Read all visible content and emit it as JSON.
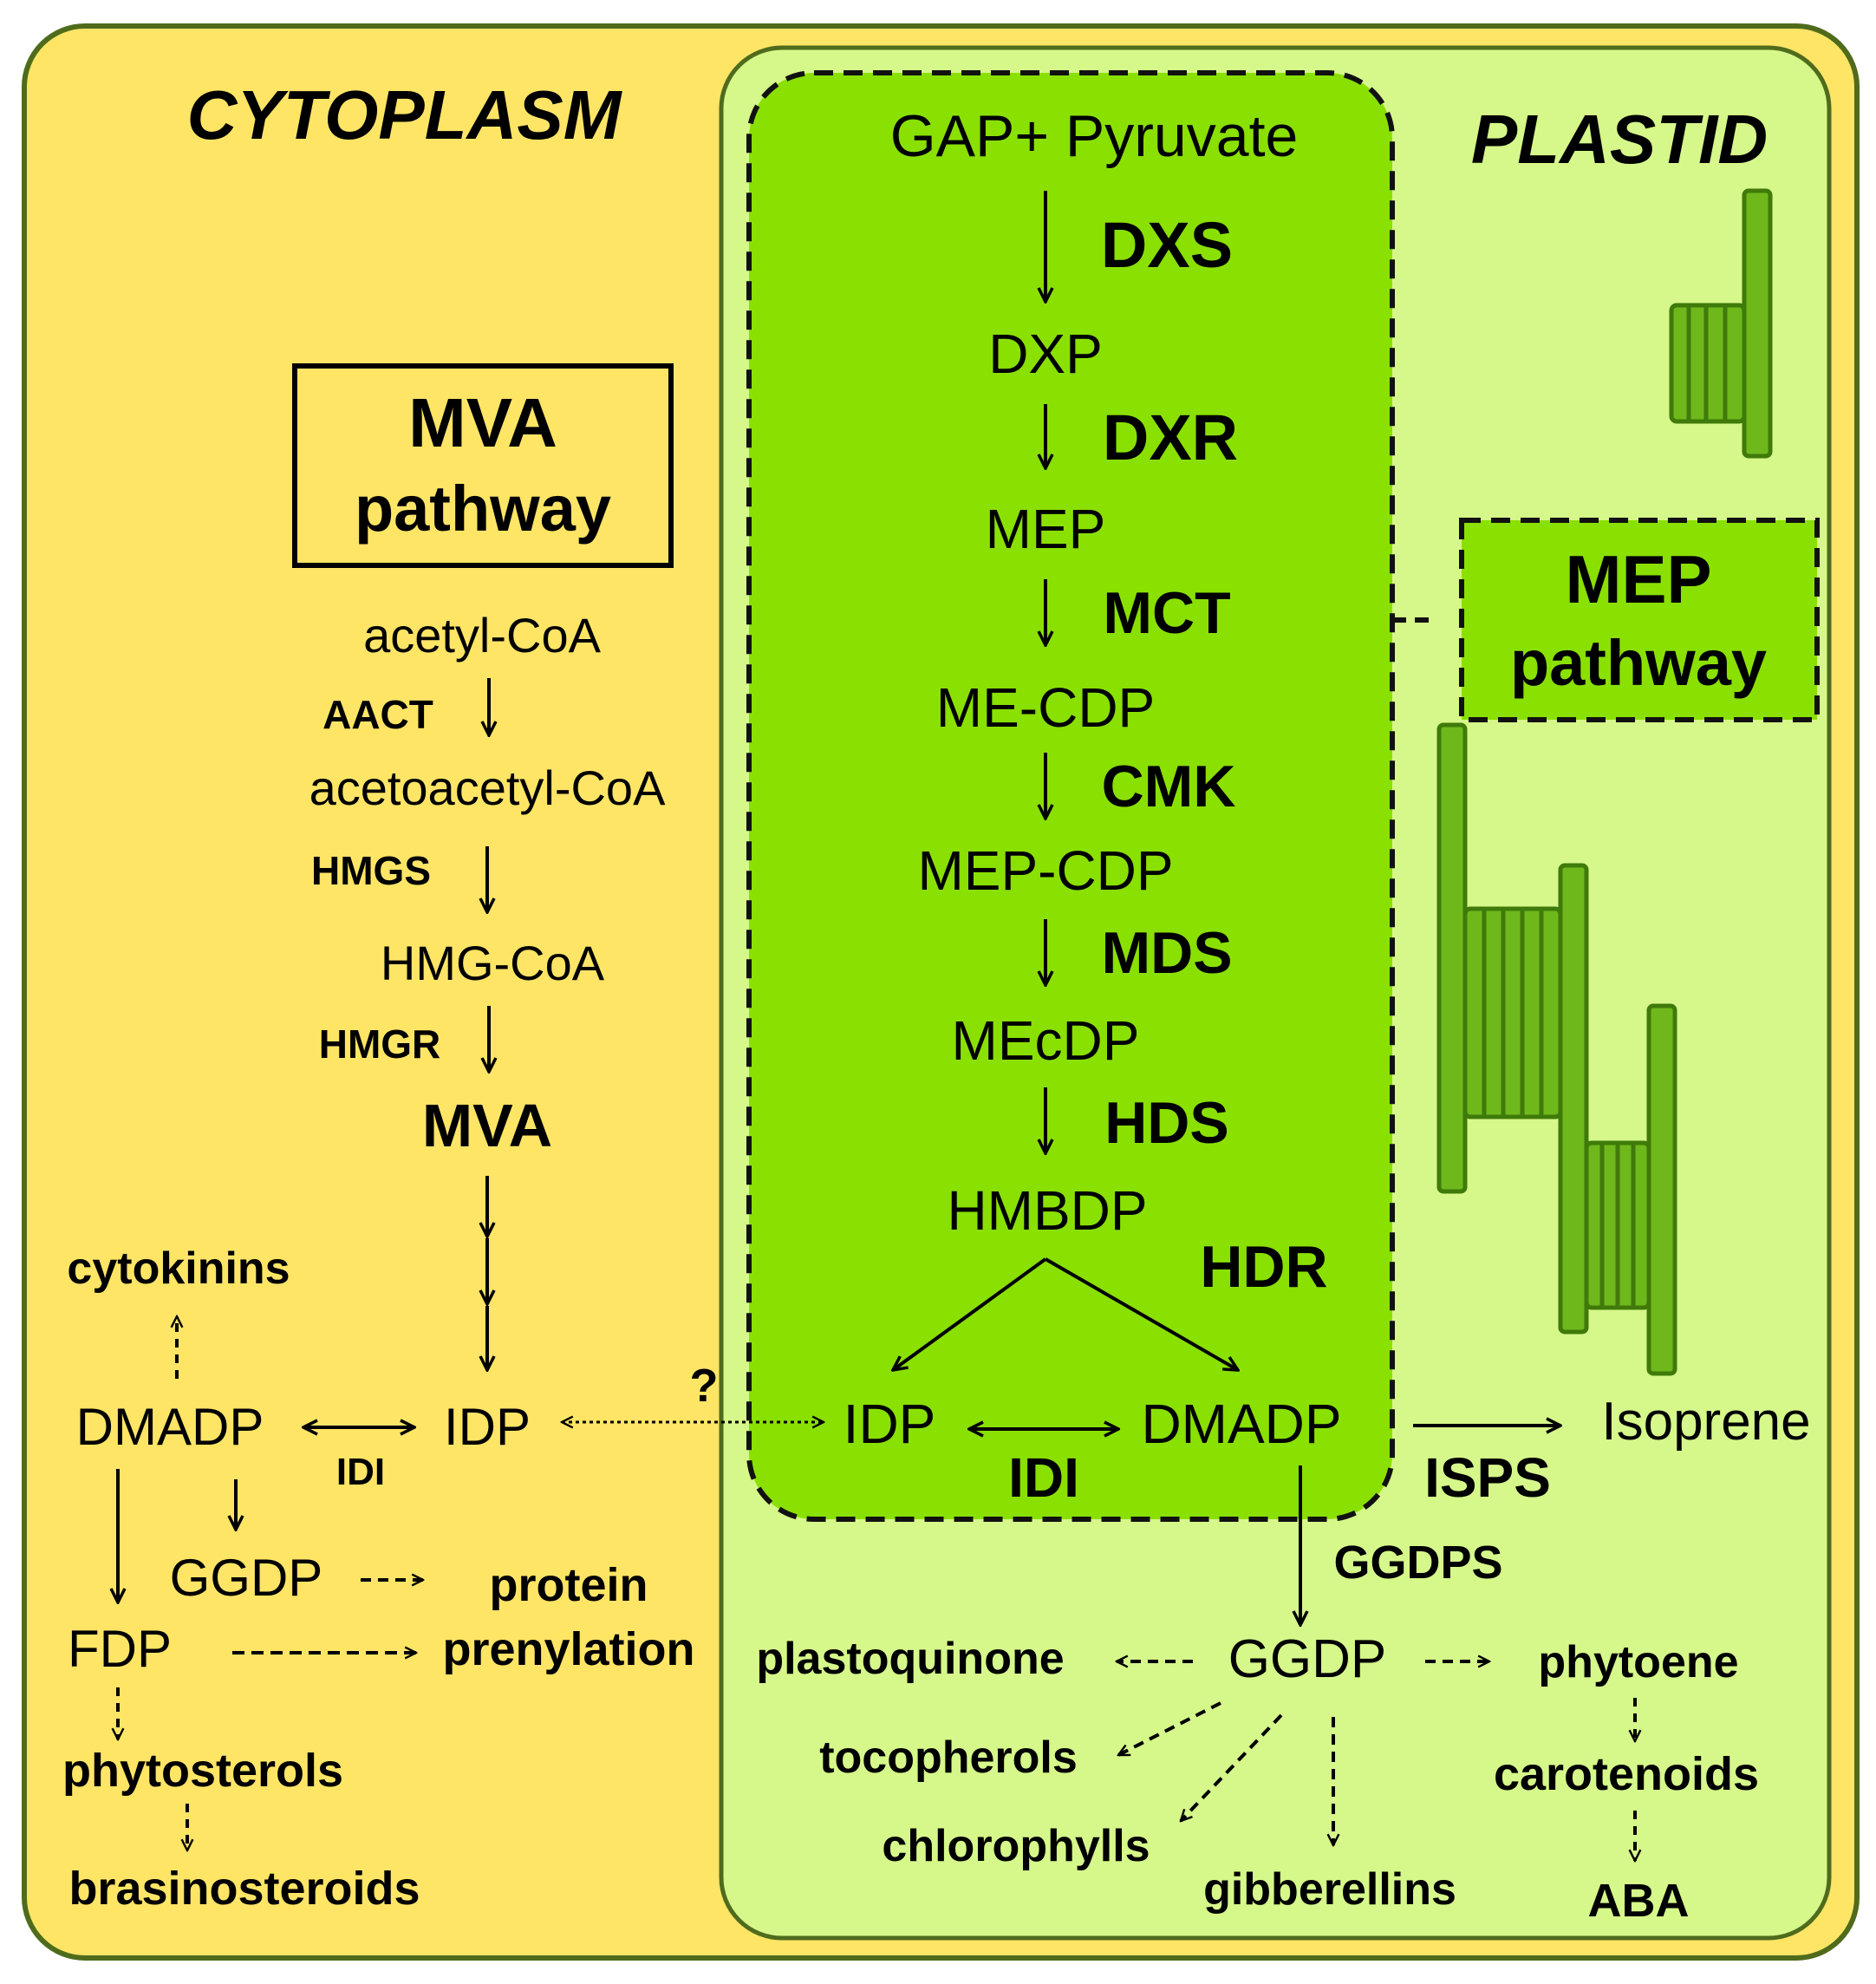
{
  "regions": {
    "cytoplasm_title": "CYTOPLASM",
    "plastid_title": "PLASTID"
  },
  "boxes": {
    "mva_line1": "MVA",
    "mva_line2": "pathway",
    "mep_line1": "MEP",
    "mep_line2": "pathway"
  },
  "cytoplasm": {
    "acetyl_coa": "acetyl-CoA",
    "aact": "AACT",
    "acetoacetyl_coa": "acetoacetyl-CoA",
    "hmgs": "HMGS",
    "hmg_coa": "HMG-CoA",
    "hmgr": "HMGR",
    "mva": "MVA",
    "cytokinins": "cytokinins",
    "dmadp": "DMADP",
    "idp": "IDP",
    "idi": "IDI",
    "ggdp": "GGDP",
    "protein": "protein",
    "prenylation": "prenylation",
    "fdp": "FDP",
    "phytosterols": "phytosterols",
    "brasinosteroids": "brasinosteroids",
    "question": "?"
  },
  "plastid": {
    "gap_pyruvate": "GAP+ Pyruvate",
    "dxs": "DXS",
    "dxp": "DXP",
    "dxr": "DXR",
    "mep": "MEP",
    "mct": "MCT",
    "me_cdp": "ME-CDP",
    "cmk": "CMK",
    "mep_cdp": "MEP-CDP",
    "mds": "MDS",
    "mecdp": "MEcDP",
    "hds": "HDS",
    "hmbdp": "HMBDP",
    "hdr": "HDR",
    "idp": "IDP",
    "dmadp": "DMADP",
    "idi": "IDI",
    "isoprene": "Isoprene",
    "isps": "ISPS",
    "ggdps": "GGDPS",
    "ggdp": "GGDP",
    "plastoquinone": "plastoquinone",
    "phytoene": "phytoene",
    "tocopherols": "tocopherols",
    "chlorophylls": "chlorophylls",
    "gibberellins": "gibberellins",
    "carotenoids": "carotenoids",
    "aba": "ABA"
  },
  "colors": {
    "cytoplasm_fill": "#FFE566",
    "plastid_fill": "#D6F78A",
    "mep_core_fill": "#8AE000",
    "thylakoid_fill": "#6FB81C",
    "thylakoid_stroke": "#3F7A0A",
    "region_border": "#4F6B1C"
  }
}
